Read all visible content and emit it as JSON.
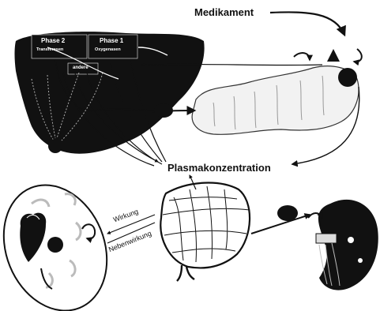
{
  "labels": {
    "drug": "Medikament",
    "plasma": "Plasmakonzentration",
    "effect": "Wirkung",
    "side_effect": "Nebenwirkung"
  },
  "liver": {
    "phase2_title": "Phase 2",
    "phase2_sub": "Transferasen",
    "phase1_title": "Phase 1",
    "phase1_sub": "Oxygenasen",
    "mid_label": "andere"
  },
  "colors": {
    "ink": "#111111",
    "background": "#ffffff",
    "organ_light": "#f2f2f2"
  }
}
